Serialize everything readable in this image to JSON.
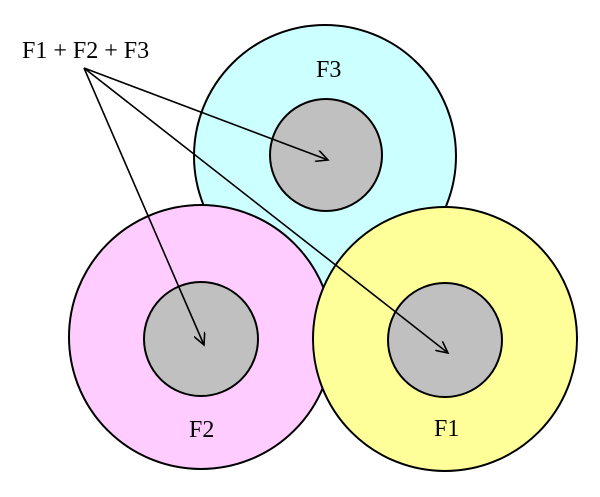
{
  "title": "F1 + F2 + F3",
  "colors": {
    "f3_outer": "#ccffff",
    "f2_outer": "#ffccff",
    "f1_outer": "#ffff99",
    "inner": "#c0c0c0",
    "line": "#000000"
  },
  "circles": [
    {
      "id": "f3",
      "label": "F3"
    },
    {
      "id": "f2",
      "label": "F2"
    },
    {
      "id": "f1",
      "label": "F1"
    }
  ]
}
